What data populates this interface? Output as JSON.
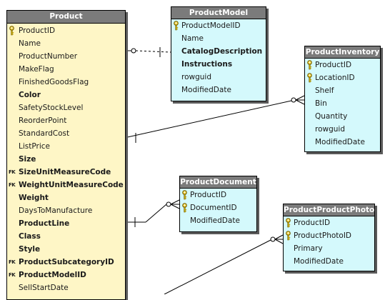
{
  "tables": {
    "product": {
      "title": "Product",
      "columns": [
        {
          "name": "ProductID",
          "key": "pk",
          "bold": false
        },
        {
          "name": "Name",
          "key": "",
          "bold": false
        },
        {
          "name": "ProductNumber",
          "key": "",
          "bold": false
        },
        {
          "name": "MakeFlag",
          "key": "",
          "bold": false
        },
        {
          "name": "FinishedGoodsFlag",
          "key": "",
          "bold": false
        },
        {
          "name": "Color",
          "key": "",
          "bold": true
        },
        {
          "name": "SafetyStockLevel",
          "key": "",
          "bold": false
        },
        {
          "name": "ReorderPoint",
          "key": "",
          "bold": false
        },
        {
          "name": "StandardCost",
          "key": "",
          "bold": false
        },
        {
          "name": "ListPrice",
          "key": "",
          "bold": false
        },
        {
          "name": "Size",
          "key": "",
          "bold": true
        },
        {
          "name": "SizeUnitMeasureCode",
          "key": "fk",
          "bold": true
        },
        {
          "name": "WeightUnitMeasureCode",
          "key": "fk",
          "bold": true
        },
        {
          "name": "Weight",
          "key": "",
          "bold": true
        },
        {
          "name": "DaysToManufacture",
          "key": "",
          "bold": false
        },
        {
          "name": "ProductLine",
          "key": "",
          "bold": true
        },
        {
          "name": "Class",
          "key": "",
          "bold": true
        },
        {
          "name": "Style",
          "key": "",
          "bold": true
        },
        {
          "name": "ProductSubcategoryID",
          "key": "fk",
          "bold": true
        },
        {
          "name": "ProductModelID",
          "key": "fk",
          "bold": true
        },
        {
          "name": "SellStartDate",
          "key": "",
          "bold": false
        }
      ]
    },
    "productmodel": {
      "title": "ProductModel",
      "columns": [
        {
          "name": "ProductModelID",
          "key": "pk",
          "bold": false
        },
        {
          "name": "Name",
          "key": "",
          "bold": false
        },
        {
          "name": "CatalogDescription",
          "key": "",
          "bold": true
        },
        {
          "name": "Instructions",
          "key": "",
          "bold": true
        },
        {
          "name": "rowguid",
          "key": "",
          "bold": false
        },
        {
          "name": "ModifiedDate",
          "key": "",
          "bold": false
        }
      ]
    },
    "productinventory": {
      "title": "ProductInventory",
      "columns": [
        {
          "name": "ProductID",
          "key": "pk",
          "bold": false
        },
        {
          "name": "LocationID",
          "key": "pk",
          "bold": false
        },
        {
          "name": "Shelf",
          "key": "",
          "bold": false
        },
        {
          "name": "Bin",
          "key": "",
          "bold": false
        },
        {
          "name": "Quantity",
          "key": "",
          "bold": false
        },
        {
          "name": "rowguid",
          "key": "",
          "bold": false
        },
        {
          "name": "ModifiedDate",
          "key": "",
          "bold": false
        }
      ]
    },
    "productdocument": {
      "title": "ProductDocument",
      "columns": [
        {
          "name": "ProductID",
          "key": "pk",
          "bold": false
        },
        {
          "name": "DocumentID",
          "key": "pk",
          "bold": false
        },
        {
          "name": "ModifiedDate",
          "key": "",
          "bold": false
        }
      ]
    },
    "productproductphoto": {
      "title": "ProductProductPhoto",
      "columns": [
        {
          "name": "ProductID",
          "key": "pk",
          "bold": false
        },
        {
          "name": "ProductPhotoID",
          "key": "pk",
          "bold": false
        },
        {
          "name": "Primary",
          "key": "",
          "bold": false
        },
        {
          "name": "ModifiedDate",
          "key": "",
          "bold": false
        }
      ]
    }
  },
  "icons": {
    "primary_key": "key-icon",
    "foreign_key": "fk-icon",
    "fk_label": "FK"
  },
  "colors": {
    "header": "#7b7b7b",
    "product_body": "#fef6c6",
    "table_body": "#d4f9fc",
    "line": "#000000"
  }
}
